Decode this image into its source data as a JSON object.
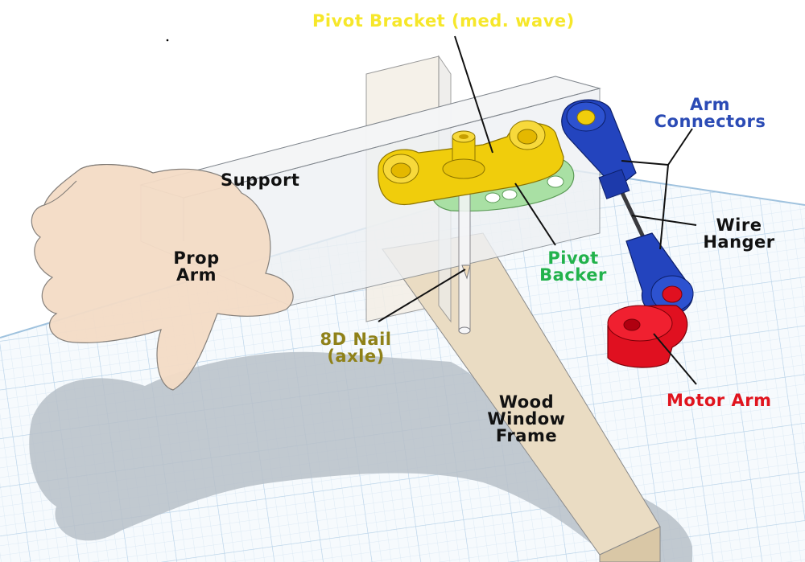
{
  "colors": {
    "grid_bg": "#f7fbfe",
    "grid_line": "#cfe2f1",
    "shadow": "#b9c3cc",
    "transparent_body": "#e8ecf0",
    "hand": "#f2dcc8",
    "yellow": "#f0cd0c",
    "green": "#a6e0a0",
    "blue": "#1f3fb8",
    "red": "#e01020",
    "label_yellow": "#f6e72a",
    "label_blue": "#2b4bb5",
    "label_green": "#22b24c",
    "label_olive": "#8f8119",
    "label_red": "#e0141e",
    "label_dark": "#111111"
  },
  "labels": {
    "pivot_bracket": "Pivot Bracket (med. wave)",
    "arm_connectors": [
      "Arm",
      "Connectors"
    ],
    "support": "Support",
    "wire_hanger": [
      "Wire",
      "Hanger"
    ],
    "prop_arm": [
      "Prop",
      "Arm"
    ],
    "pivot_backer": [
      "Pivot",
      "Backer"
    ],
    "nail_axle": [
      "8D Nail",
      "(axle)"
    ],
    "motor_arm": "Motor Arm",
    "window_frame": [
      "Wood",
      "Window",
      "Frame"
    ]
  },
  "icons": {
    "grid_mat": "workplane-grid-icon",
    "hand": "hand-prop-icon"
  }
}
